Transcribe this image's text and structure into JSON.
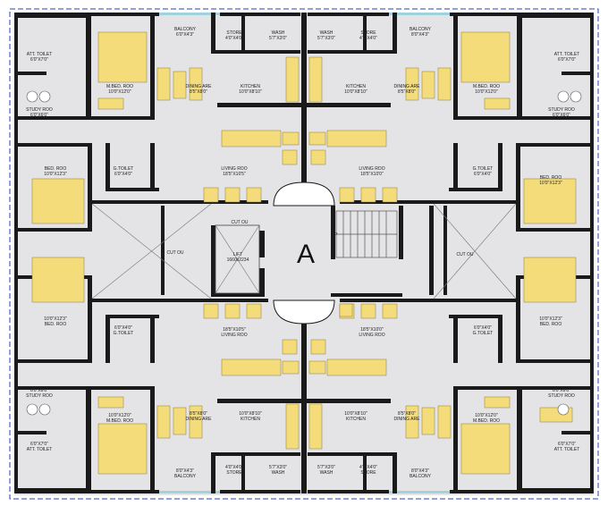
{
  "block_label": "A",
  "colors": {
    "floor": "#e4e4e6",
    "wall": "#1a1a1a",
    "furniture": "#f4dc7a",
    "furniture_edge": "#8a7a3a",
    "window": "#9fd3dc",
    "outline_dash": "#2a3fbf"
  },
  "rooms": {
    "balcony_nw": {
      "name": "BALCONY",
      "dim": "6'0\"X4'3\""
    },
    "balcony_ne": {
      "name": "BALCONY",
      "dim": "8'0\"X4'3\""
    },
    "balcony_sw": {
      "name": "BALCONY",
      "dim": "8'0\"X4'3\""
    },
    "balcony_se": {
      "name": "BALCONY",
      "dim": "8'0\"X4'3\""
    },
    "store_nw": {
      "name": "STORE",
      "dim": "4'0\"X4'0\""
    },
    "store_ne": {
      "name": "STORE",
      "dim": "4'0\"X4'0\""
    },
    "store_sw": {
      "name": "STORE",
      "dim": "4'0\"X4'0\""
    },
    "store_se": {
      "name": "STORE",
      "dim": "4'0\"X4'0\""
    },
    "wash_nw": {
      "name": "WASH",
      "dim": "5'7\"X3'0\""
    },
    "wash_ne": {
      "name": "WASH",
      "dim": "5'7\"X3'0\""
    },
    "wash_sw": {
      "name": "WASH",
      "dim": "5'7\"X3'0\""
    },
    "wash_se": {
      "name": "WASH",
      "dim": "5'7\"X3'0\""
    },
    "kitchen_nw": {
      "name": "KITCHEN",
      "dim": "10'0\"X8'10\""
    },
    "kitchen_ne": {
      "name": "KITCHEN",
      "dim": "10'0\"X8'10\""
    },
    "kitchen_sw": {
      "name": "KITCHEN",
      "dim": "10'0\"X8'10\""
    },
    "kitchen_se": {
      "name": "KITCHEN",
      "dim": "10'0\"X8'10\""
    },
    "dining_nw": {
      "name": "DINING ARE",
      "dim": "8'5\"X8'0\""
    },
    "dining_ne": {
      "name": "DINING ARE",
      "dim": "8'5\"X8'0\""
    },
    "dining_sw": {
      "name": "DINING ARE",
      "dim": "8'5\"X8'0\""
    },
    "dining_se": {
      "name": "DINING ARE",
      "dim": "8'5\"X8'0\""
    },
    "mbed_nw": {
      "name": "M.BED. ROO",
      "dim": "10'0\"X12'0\""
    },
    "mbed_ne": {
      "name": "M.BED. ROO",
      "dim": "10'0\"X12'0\""
    },
    "mbed_sw": {
      "name": "M.BED. ROO",
      "dim": "10'0\"X12'0\""
    },
    "mbed_se": {
      "name": "M.BED. ROO",
      "dim": "10'0\"X12'0\""
    },
    "atttoilet_nw": {
      "name": "ATT. TOILET",
      "dim": "6'0\"X7'0\""
    },
    "atttoilet_ne": {
      "name": "ATT. TOILET",
      "dim": "6'0\"X7'0\""
    },
    "atttoilet_sw": {
      "name": "ATT. TOILET",
      "dim": "6'0\"X7'0\""
    },
    "atttoilet_se": {
      "name": "ATT. TOILET",
      "dim": "6'0\"X7'0\""
    },
    "study_nw": {
      "name": "STUDY ROO",
      "dim": "6'0\"X6'0\""
    },
    "study_ne": {
      "name": "STUDY ROO",
      "dim": "6'0\"X6'0\""
    },
    "study_sw": {
      "name": "STUDY ROO",
      "dim": "6'0\"X6'0\""
    },
    "study_se": {
      "name": "STUDY ROO",
      "dim": "6'0\"X6'0\""
    },
    "bed_nw": {
      "name": "BED. ROO",
      "dim": "10'0\"X12'3\""
    },
    "bed_ne": {
      "name": "BED. ROO",
      "dim": "10'0\"X12'3\""
    },
    "bed_sw": {
      "name": "BED. ROO",
      "dim": "10'0\"X12'3\""
    },
    "bed_se": {
      "name": "BED. ROO",
      "dim": "10'0\"X12'3\""
    },
    "gtoilet_nw": {
      "name": "G.TOILET",
      "dim": "6'0\"X4'0\""
    },
    "gtoilet_ne": {
      "name": "G.TOILET",
      "dim": "6'0\"X4'0\""
    },
    "gtoilet_sw": {
      "name": "G.TOILET",
      "dim": "6'0\"X4'0\""
    },
    "gtoilet_se": {
      "name": "G.TOILET",
      "dim": "6'0\"X4'0\""
    },
    "living_nw": {
      "name": "LIVING ROO",
      "dim": "18'5\"X10'5\""
    },
    "living_ne": {
      "name": "LIVING ROO",
      "dim": "18'5\"X10'0\""
    },
    "living_sw": {
      "name": "LIVING ROO",
      "dim": "18'5\"X10'5\""
    },
    "living_se": {
      "name": "LIVING ROO",
      "dim": "18'5\"X10'0\""
    },
    "cutout_w": {
      "name": "CUT OU"
    },
    "cutout_e": {
      "name": "CUT OU"
    },
    "cutout_top": {
      "name": "CUT OU"
    },
    "lift": {
      "name": "LIFT",
      "dim": "1660x2234"
    },
    "stair_up": {
      "name": "UP"
    }
  }
}
